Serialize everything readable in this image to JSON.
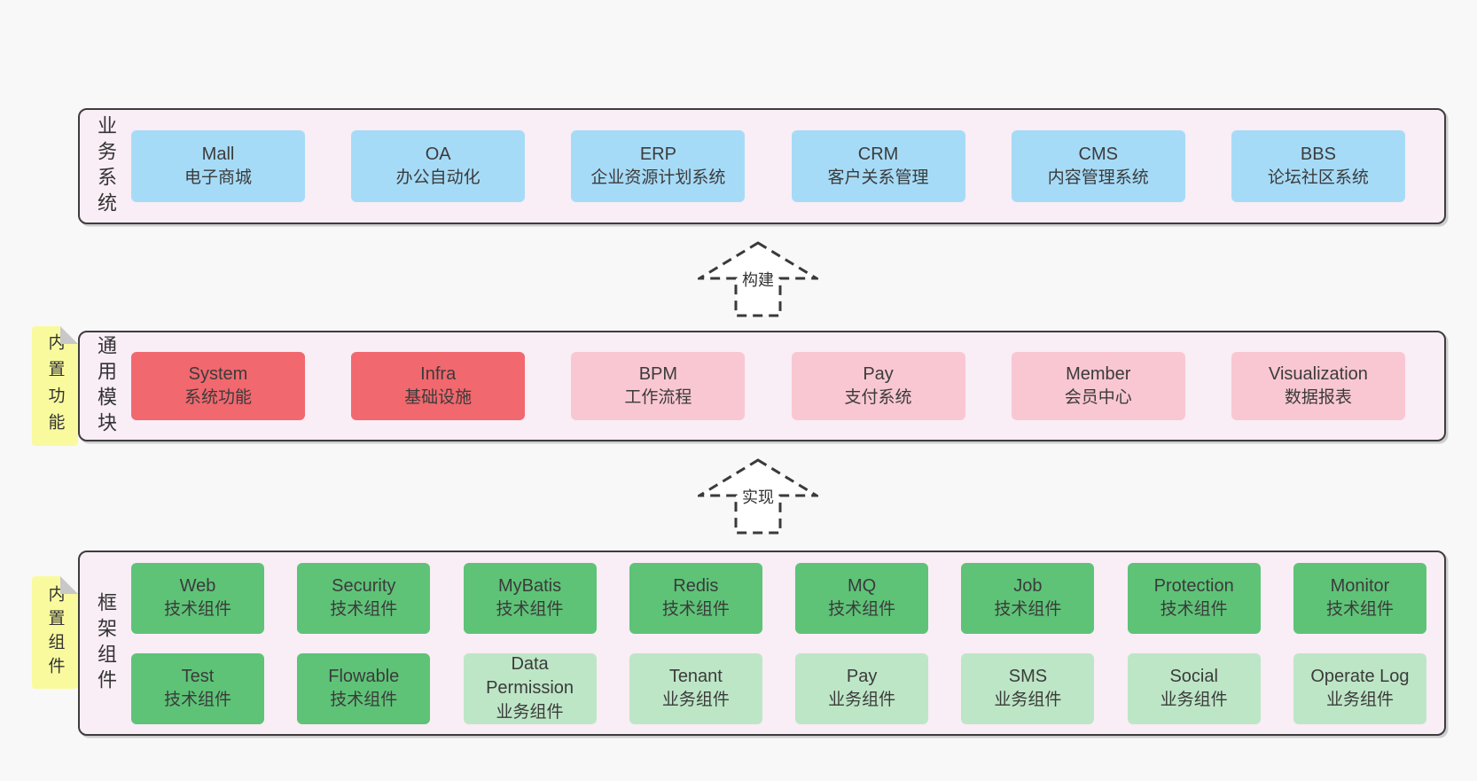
{
  "sections": {
    "business": {
      "label": "业务系统",
      "boxes": [
        {
          "title": "Mall",
          "subtitle": "电子商城"
        },
        {
          "title": "OA",
          "subtitle": "办公自动化"
        },
        {
          "title": "ERP",
          "subtitle": "企业资源计划系统"
        },
        {
          "title": "CRM",
          "subtitle": "客户关系管理"
        },
        {
          "title": "CMS",
          "subtitle": "内容管理系统"
        },
        {
          "title": "BBS",
          "subtitle": "论坛社区系统"
        }
      ]
    },
    "modules": {
      "label": "通用模块",
      "tab": "内置功能",
      "boxes": [
        {
          "title": "System",
          "subtitle": "系统功能"
        },
        {
          "title": "Infra",
          "subtitle": "基础设施"
        },
        {
          "title": "BPM",
          "subtitle": "工作流程"
        },
        {
          "title": "Pay",
          "subtitle": "支付系统"
        },
        {
          "title": "Member",
          "subtitle": "会员中心"
        },
        {
          "title": "Visualization",
          "subtitle": "数据报表"
        }
      ]
    },
    "components": {
      "label": "框架组件",
      "tab": "内置组件",
      "row1": [
        {
          "title": "Web",
          "subtitle": "技术组件"
        },
        {
          "title": "Security",
          "subtitle": "技术组件"
        },
        {
          "title": "MyBatis",
          "subtitle": "技术组件"
        },
        {
          "title": "Redis",
          "subtitle": "技术组件"
        },
        {
          "title": "MQ",
          "subtitle": "技术组件"
        },
        {
          "title": "Job",
          "subtitle": "技术组件"
        },
        {
          "title": "Protection",
          "subtitle": "技术组件"
        },
        {
          "title": "Monitor",
          "subtitle": "技术组件"
        }
      ],
      "row2": [
        {
          "title": "Test",
          "subtitle": "技术组件"
        },
        {
          "title": "Flowable",
          "subtitle": "技术组件"
        },
        {
          "title": "Data Permission",
          "subtitle": "业务组件"
        },
        {
          "title": "Tenant",
          "subtitle": "业务组件"
        },
        {
          "title": "Pay",
          "subtitle": "业务组件"
        },
        {
          "title": "SMS",
          "subtitle": "业务组件"
        },
        {
          "title": "Social",
          "subtitle": "业务组件"
        },
        {
          "title": "Operate Log",
          "subtitle": "业务组件"
        }
      ]
    }
  },
  "arrows": {
    "build": "构建",
    "implement": "实现"
  },
  "colors": {
    "page_bg": "#f8f8f8",
    "panel_bg": "#f9edf6",
    "panel_border": "#3d3d3d",
    "blue_box": "#a6dbf7",
    "red_box": "#f1686e",
    "pink_box": "#f9c7d2",
    "green_box": "#5ec377",
    "green_light_box": "#bde6c6",
    "tab_yellow": "#f9fa9e",
    "fold_gray": "#c8c8c8",
    "text": "#3b3b3b"
  }
}
